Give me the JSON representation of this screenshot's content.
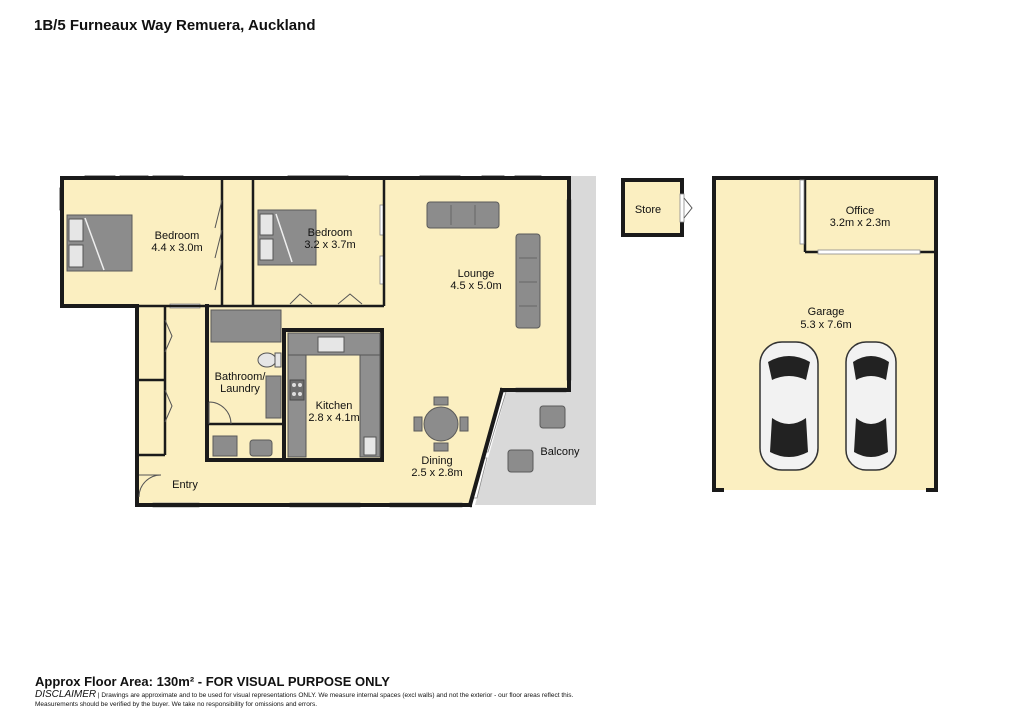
{
  "title": "1B/5 Furneaux Way Remuera, Auckland",
  "rooms": {
    "bedroom1": {
      "name": "Bedroom",
      "size": "4.4 x 3.0m"
    },
    "bedroom2": {
      "name": "Bedroom",
      "size": "3.2 x 3.7m"
    },
    "lounge": {
      "name": "Lounge",
      "size": "4.5 x 5.0m"
    },
    "bathroom": {
      "name_line1": "Bathroom/",
      "name_line2": "Laundry"
    },
    "kitchen": {
      "name": "Kitchen",
      "size": "2.8 x 4.1m"
    },
    "dining": {
      "name": "Dining",
      "size": "2.5 x 2.8m"
    },
    "entry": {
      "name": "Entry"
    },
    "balcony": {
      "name": "Balcony"
    },
    "store": {
      "name": "Store"
    },
    "office": {
      "name": "Office",
      "size": "3.2m x 2.3m"
    },
    "garage": {
      "name": "Garage",
      "size": "5.3 x 7.6m"
    }
  },
  "footer": {
    "area": "Approx Floor Area: 130m² - FOR VISUAL PURPOSE ONLY",
    "disclaimer_label": "DISCLAIMER",
    "disclaimer_line1": " | Drawings are approximate and to be used for visual representations ONLY. We measure internal spaces (excl walls) and not the exterior - our floor areas reflect this.",
    "disclaimer_line2": "Measurements should be verified by the buyer. We take no responsibility for omissions and errors."
  },
  "colors": {
    "floor": "#fbefc1",
    "wall": "#1a1a1a",
    "balcony": "#d9d9d9",
    "furniture": "#8c8c8c"
  }
}
